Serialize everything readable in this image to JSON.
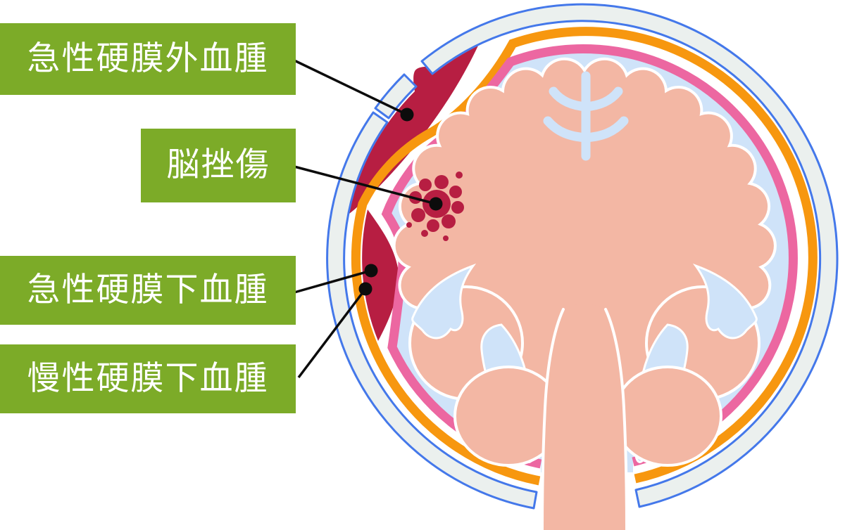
{
  "labels": [
    {
      "id": "acute-epidural-hematoma",
      "text": "急性硬膜外血腫"
    },
    {
      "id": "brain-contusion",
      "text": "脳挫傷"
    },
    {
      "id": "acute-subdural-hematoma",
      "text": "急性硬膜下血腫"
    },
    {
      "id": "chronic-subdural-hematoma",
      "text": "慢性硬膜下血腫"
    }
  ],
  "palette": {
    "label_background": "#7cab28",
    "label_text": "#ffffff",
    "hematoma_red": "#b71e42",
    "skull_band_fill": "#ebf0ee",
    "skull_outline_blue": "#4478ea",
    "dura_orange": "#f7970f",
    "arachnoid_pink": "#ec67a1",
    "csf_light_blue": "#cfe3f9",
    "brain_salmon": "#f3b7a4",
    "brain_outline": "#ffffff",
    "leader_line": "#0c0c0c",
    "background": "#ffffff"
  }
}
